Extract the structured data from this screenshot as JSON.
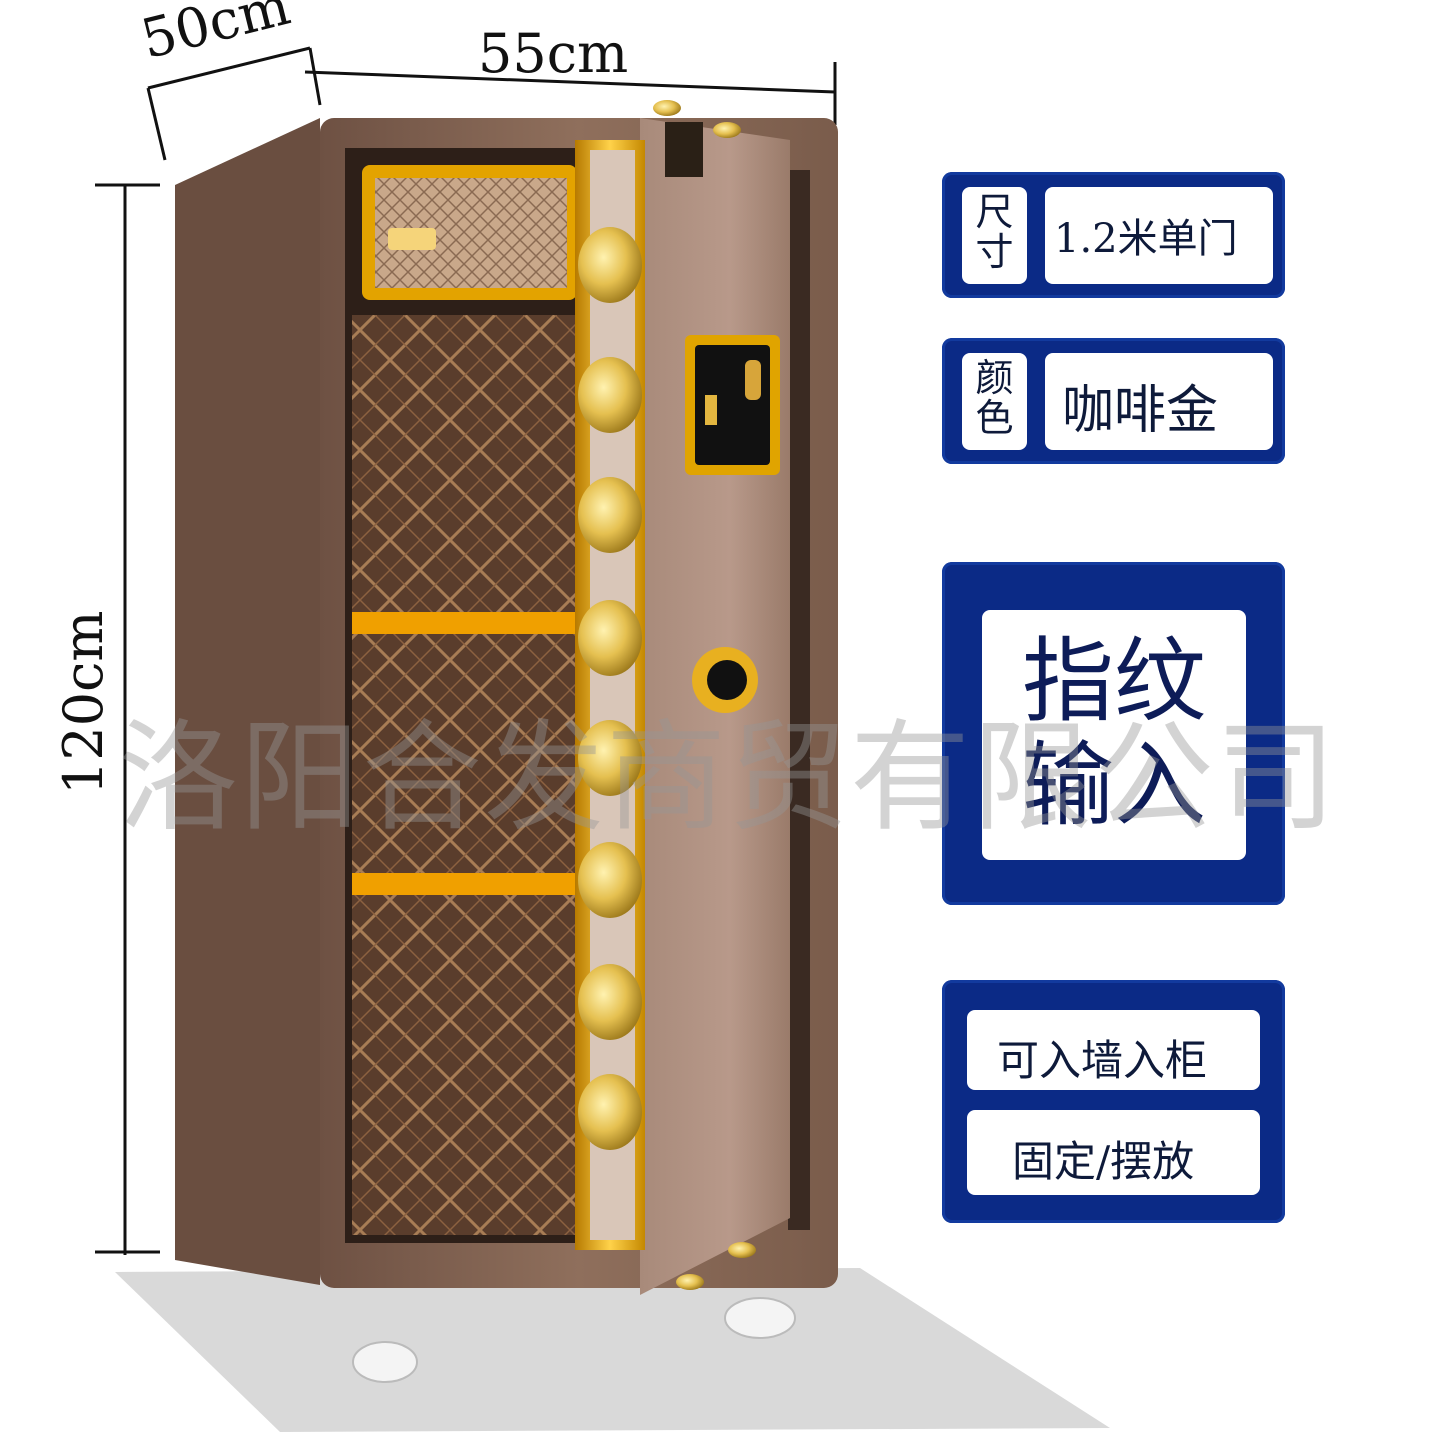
{
  "dimensions": {
    "depth": "50cm",
    "width": "55cm",
    "height": "120cm"
  },
  "specs": {
    "size": {
      "label": "尺寸",
      "value": "1.2米单门"
    },
    "color": {
      "label": "颜色",
      "value": "咖啡金"
    }
  },
  "feature": {
    "label": "指纹输入"
  },
  "install_options": [
    "可入墙入柜",
    "固定/摆放"
  ],
  "watermark": "洛阳合发商贸有限公司",
  "colors": {
    "panel_blue": "#0b2a86",
    "safe_body": "#8a6a57",
    "gold_trim": "#e6a400"
  }
}
